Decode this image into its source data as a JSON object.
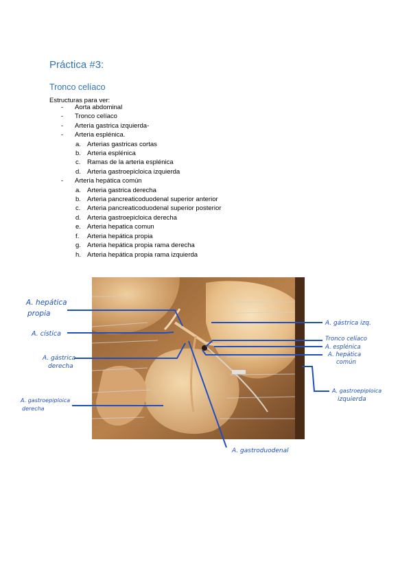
{
  "title": "Práctica #3:",
  "section": "Tronco celíaco",
  "intro": "Estructuras para ver:",
  "items": [
    {
      "dash": "-",
      "label": "Aorta abdominal"
    },
    {
      "dash": "-",
      "label": "Tronco celíaco"
    },
    {
      "dash": "-",
      "label": "Arteria gastrica izquierda-"
    },
    {
      "dash": "-",
      "label": "Arteria esplénica.",
      "sub": [
        {
          "letter": "a.",
          "label": "Arterias gastricas cortas"
        },
        {
          "letter": "b.",
          "label": "Arteria esplénica"
        },
        {
          "letter": "c.",
          "label": "Ramas de la arteria esplénica"
        },
        {
          "letter": "d.",
          "label": "Arteria gastroepicloica izquierda"
        }
      ]
    },
    {
      "dash": "-",
      "label": "Arteria hepática común",
      "sub": [
        {
          "letter": "a.",
          "label": "Arteria gastrica derecha"
        },
        {
          "letter": "b.",
          "label": "Arteria pancreaticoduodenal superior anterior"
        },
        {
          "letter": "c.",
          "label": "Arteria pancreaticoduodenal superior posterior"
        },
        {
          "letter": "d.",
          "label": "Arteria gastroepicloica derecha"
        },
        {
          "letter": "e.",
          "label": "Arteria hepatica comun"
        },
        {
          "letter": "f.",
          "label": "Arteria hepática propia"
        },
        {
          "letter": "g.",
          "label": "Arteria hepática propia rama derecha"
        },
        {
          "letter": "h.",
          "label": "Arteria hepática propia rama izquierda"
        }
      ]
    }
  ],
  "annotations": {
    "hepatica_propia_1": "A. hepática",
    "hepatica_propia_2": "propia",
    "cistica": "A. cística",
    "gastrica_der_1": "A. gástrica",
    "gastrica_der_2": "derecha",
    "gastroepiploica_der_1": "A. gastroepiploica",
    "gastroepiploica_der_2": "derecha",
    "gastrica_izq": "A. gástrica izq.",
    "tronco_celiaco": "Tronco celíaco",
    "esplenica": "A. esplénica",
    "hepatica_comun_1": "A. hepática",
    "hepatica_comun_2": "común",
    "gastroepiploica_izq_1": "A. gastroepiploica",
    "gastroepiploica_izq_2": "izquierda",
    "gastroduodenal": "A. gastroduodenal"
  },
  "colors": {
    "heading": "#2e74b5",
    "annotation": "#1f4fbf"
  }
}
